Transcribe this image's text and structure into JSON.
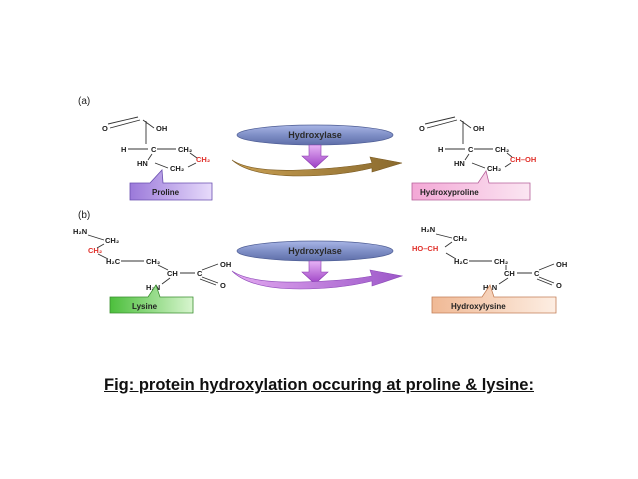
{
  "panel_a": {
    "label": "(a)",
    "enzyme": "Hydroxylase",
    "substrate": {
      "name": "Proline",
      "o": "O",
      "oh": "OH",
      "h": "H",
      "c": "C",
      "hn": "HN",
      "ch2a": "CH₂",
      "ch2b": "CH₂",
      "ch2c": "CH₂"
    },
    "product": {
      "name": "Hydroxyproline",
      "o": "O",
      "oh": "OH",
      "h": "H",
      "c": "C",
      "hn": "HN",
      "ch2a": "CH₂",
      "ch2b": "CH₂",
      "choh": "CH–OH"
    }
  },
  "panel_b": {
    "label": "(b)",
    "enzyme": "Hydroxylase",
    "substrate": {
      "name": "Lysine",
      "h2n": "H₂N",
      "ch2a": "CH₂",
      "ch2b": "CH₂",
      "h2c": "H₂C",
      "ch2c": "CH₂",
      "ch": "CH",
      "c": "C",
      "oh": "OH",
      "o": "O",
      "h2n2": "H₂N"
    },
    "product": {
      "name": "Hydroxylysine",
      "h2n": "H₂N",
      "ch2a": "CH₂",
      "hoch": "HO–CH",
      "h2c": "H₂C",
      "ch2c": "CH₂",
      "ch": "CH",
      "c": "C",
      "oh": "OH",
      "o": "O",
      "h2n2": "H₂N"
    }
  },
  "caption": "Fig: protein hydroxylation occuring at proline & lysine:",
  "colors": {
    "enzyme_fill": "#7f8fc6",
    "arrow_down": "#b45cd6",
    "arrow_a": "#b98a3a",
    "arrow_b": "#c07ad8",
    "proline_box": "#a98be0",
    "hydroxyproline_box": "#f1b6dc",
    "lysine_box": "#66cc55",
    "hydroxylysine_box": "#f2c4a6",
    "highlight": "#e0302a"
  }
}
